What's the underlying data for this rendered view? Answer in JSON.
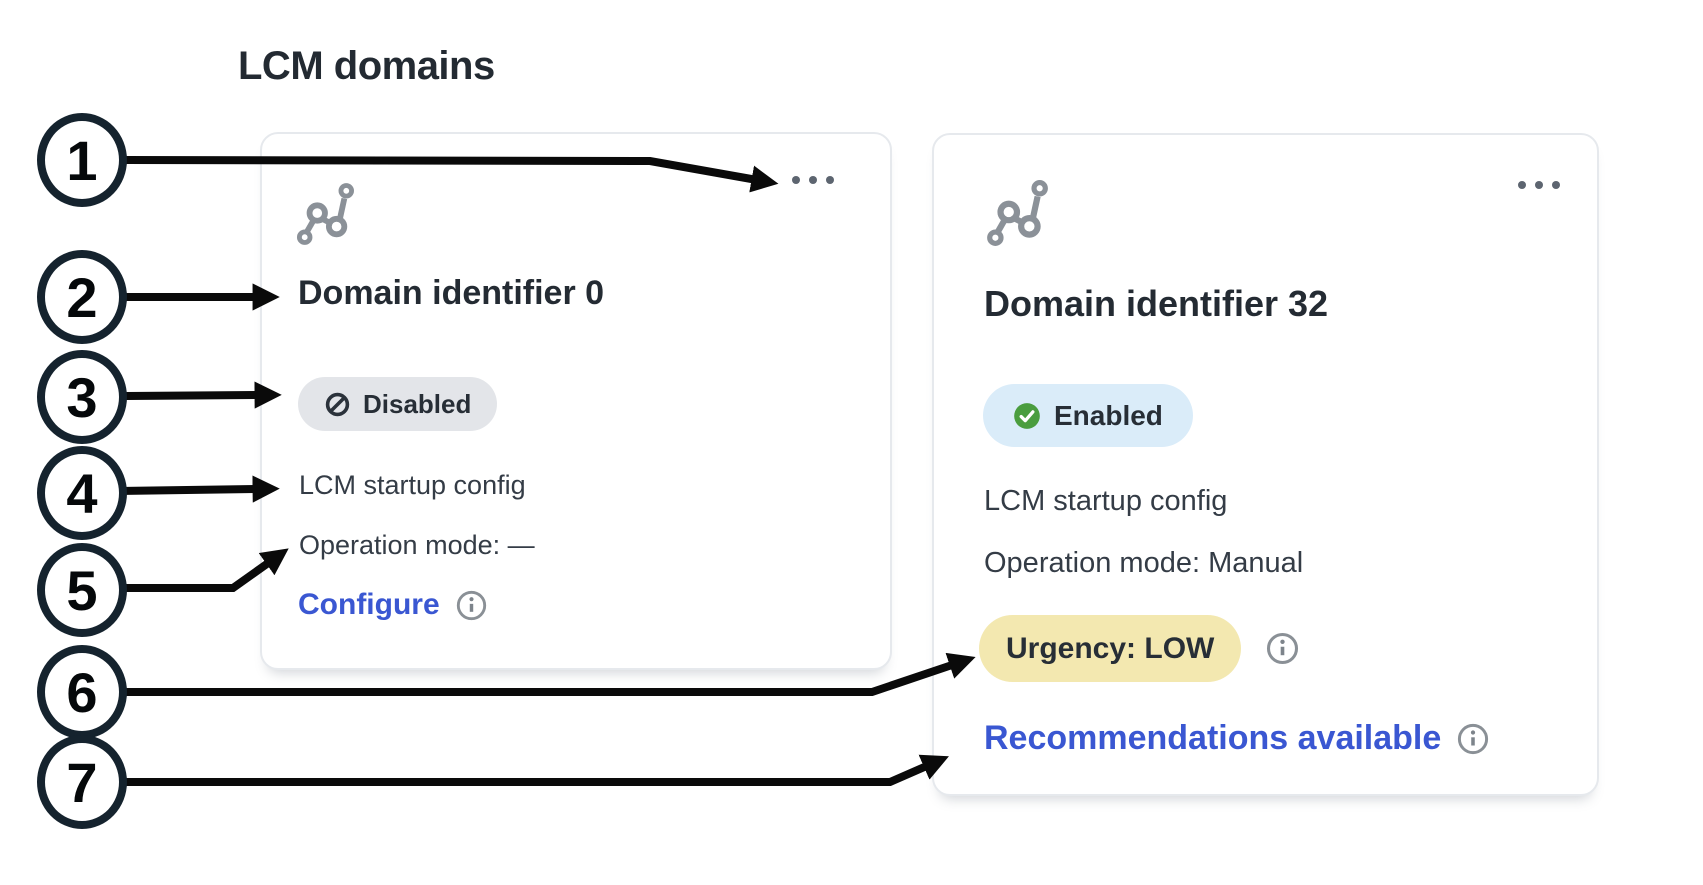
{
  "page": {
    "title": "LCM domains"
  },
  "cards": [
    {
      "title": "Domain identifier 0",
      "status": "Disabled",
      "config": "LCM startup config",
      "operation_mode": "Operation mode: —",
      "action": "Configure"
    },
    {
      "title": "Domain identifier 32",
      "status": "Enabled",
      "config": "LCM startup config",
      "operation_mode": "Operation mode: Manual",
      "urgency": "Urgency: LOW",
      "action": "Recommendations available"
    }
  ],
  "callouts": [
    {
      "number": "1"
    },
    {
      "number": "2"
    },
    {
      "number": "3"
    },
    {
      "number": "4"
    },
    {
      "number": "5"
    },
    {
      "number": "6"
    },
    {
      "number": "7"
    }
  ],
  "icons": {
    "card_type": "workflow-nodes-icon",
    "card_menu": "ellipsis-icon",
    "disabled_status": "ban-icon",
    "enabled_status": "check-circle-icon",
    "info": "info-icon"
  },
  "colors": {
    "link_blue": "#3a57d2",
    "heading_text": "#242b33",
    "body_text": "#343c46",
    "card_border": "#e6e9ed",
    "icon_gray": "#8b9198",
    "disabled_badge_bg": "#e3e5e9",
    "enabled_badge_bg": "#daecf9",
    "enabled_check_green": "#4a9d3f",
    "urgency_badge_bg": "#f3e8b0",
    "callout_ring": "#15232e",
    "arrow_black": "#0a0a0a"
  }
}
